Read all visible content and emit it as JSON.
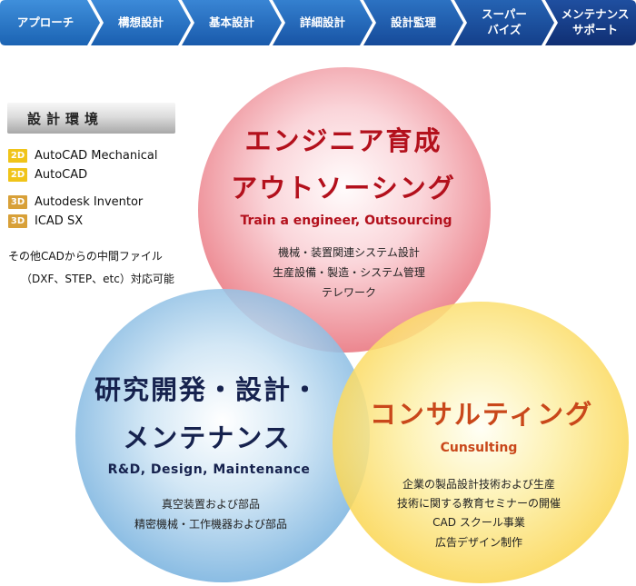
{
  "process_steps": [
    {
      "label": "アプローチ"
    },
    {
      "label": "構想設計"
    },
    {
      "label": "基本設計"
    },
    {
      "label": "詳細設計"
    },
    {
      "label": "設計監理"
    },
    {
      "label_line1": "スーパー",
      "label_line2": "バイズ"
    },
    {
      "label_line1": "メンテナンス",
      "label_line2": "サポート"
    }
  ],
  "environment": {
    "header": "設計環境",
    "cad_list": [
      {
        "badge": "2D",
        "name": "AutoCAD Mechanical"
      },
      {
        "badge": "2D",
        "name": "AutoCAD"
      },
      {
        "badge": "3D",
        "name": "Autodesk Inventor"
      },
      {
        "badge": "3D",
        "name": "ICAD SX"
      }
    ],
    "note_line1": "その他CADからの中間ファイル",
    "note_line2": "（DXF、STEP、etc）対応可能"
  },
  "circles": {
    "top": {
      "title_line1": "エンジニア育成",
      "title_line2": "アウトソーシング",
      "subtitle": "Train a engineer, Outsourcing",
      "items": [
        "機械・装置関連システム設計",
        "生産設備・製造・システム管理",
        "テレワーク"
      ]
    },
    "left": {
      "title_line1": "研究開発・設計・",
      "title_line2": "メンテナンス",
      "subtitle": "R&D,  Design,  Maintenance",
      "items": [
        "真空装置および部品",
        "精密機械・工作機器および部品"
      ]
    },
    "right": {
      "title_line1": "コンサルティング",
      "subtitle": "Cunsulting",
      "items": [
        "企業の製品設計技術および生産",
        "技術に関する教育セミナーの開催",
        "CAD スクール事業",
        "広告デザイン制作"
      ]
    }
  },
  "colors": {
    "step_blue": "#1f73c6",
    "step_navy": "#13388a",
    "red": "#b3101c",
    "navy": "#16224e",
    "orange": "#c9471a"
  }
}
